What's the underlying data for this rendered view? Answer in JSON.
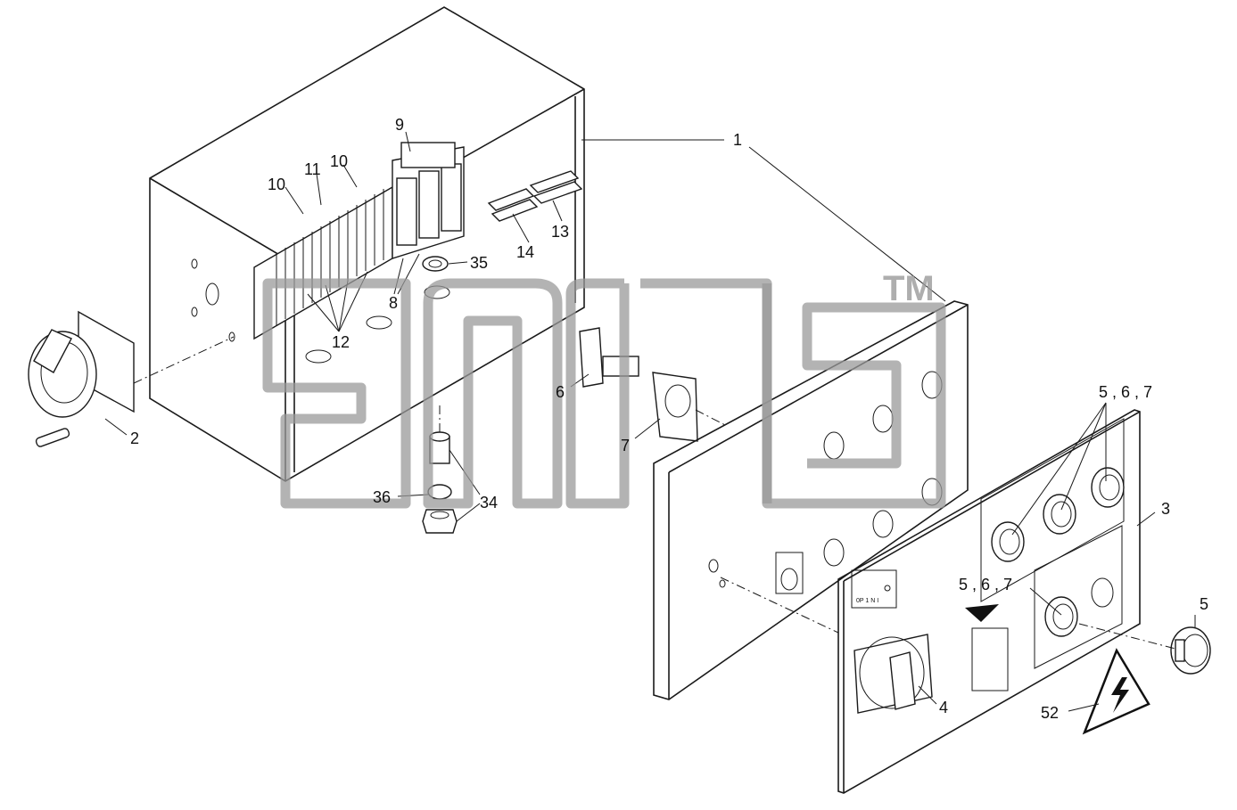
{
  "callouts": [
    {
      "id": "c1",
      "text": "1"
    },
    {
      "id": "c2",
      "text": "2"
    },
    {
      "id": "c3",
      "text": "3"
    },
    {
      "id": "c4",
      "text": "4"
    },
    {
      "id": "c5",
      "text": "5"
    },
    {
      "id": "c567a",
      "text": "5 , 6 , 7"
    },
    {
      "id": "c567b",
      "text": "5 , 6 , 7"
    },
    {
      "id": "c6",
      "text": "6"
    },
    {
      "id": "c7",
      "text": "7"
    },
    {
      "id": "c8",
      "text": "8"
    },
    {
      "id": "c9",
      "text": "9"
    },
    {
      "id": "c10a",
      "text": "10"
    },
    {
      "id": "c10b",
      "text": "10"
    },
    {
      "id": "c11",
      "text": "11"
    },
    {
      "id": "c12",
      "text": "12"
    },
    {
      "id": "c13",
      "text": "13"
    },
    {
      "id": "c14",
      "text": "14"
    },
    {
      "id": "c34",
      "text": "34"
    },
    {
      "id": "c35",
      "text": "35"
    },
    {
      "id": "c36",
      "text": "36"
    },
    {
      "id": "c52",
      "text": "52"
    }
  ],
  "watermark": {
    "text": "TM",
    "color": "#9a9a9a"
  },
  "panel_labels": {
    "switch_positions": "0P  1  N  I"
  }
}
